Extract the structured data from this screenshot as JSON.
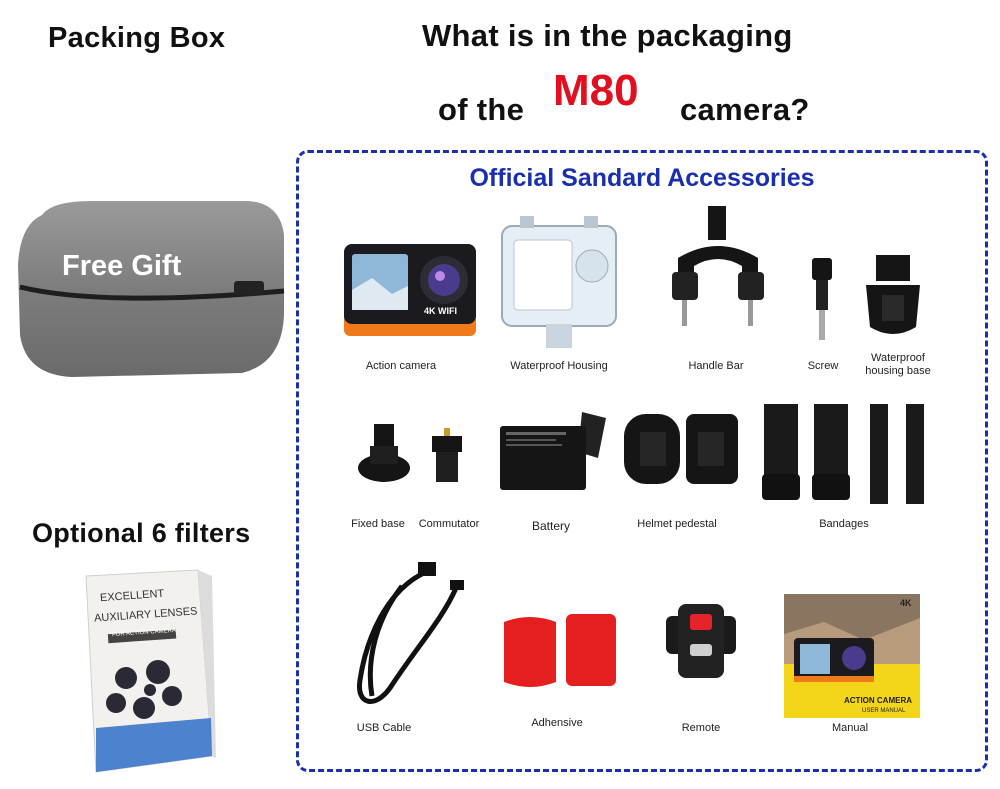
{
  "left": {
    "packing_box": "Packing Box",
    "free_gift": "Free Gift",
    "optional_filters": "Optional 6 filters",
    "box_text_1": "EXCELLENT",
    "box_text_2": "AUXILIARY LENSES",
    "box_text_3": "FOR ACTION CAMERA"
  },
  "header": {
    "line1": "What is in the packaging",
    "line2_pre": "of the",
    "model": "M80",
    "line2_post": "camera?"
  },
  "accessories": {
    "title": "Official Sandard Accessories",
    "items": {
      "action_camera": "Action camera",
      "waterproof_housing": "Waterproof Housing",
      "handle_bar": "Handle Bar",
      "screw": "Screw",
      "waterproof_base_1": "Waterproof",
      "waterproof_base_2": "housing base",
      "fixed_base": "Fixed base",
      "commutator": "Commutator",
      "battery": "Battery",
      "helmet_pedestal": "Helmet pedestal",
      "bandages": "Bandages",
      "usb_cable": "USB Cable",
      "adhensive": "Adhensive",
      "remote": "Remote",
      "manual": "Manual"
    },
    "camera_badge": "4K WIFI",
    "manual_title": "ACTION CAMERA",
    "manual_sub": "USER MANUAL",
    "manual_corner": "4K"
  },
  "colors": {
    "accent_blue": "#1a2fb0",
    "model_red": "#e01020",
    "camera_orange": "#f07a1a"
  }
}
